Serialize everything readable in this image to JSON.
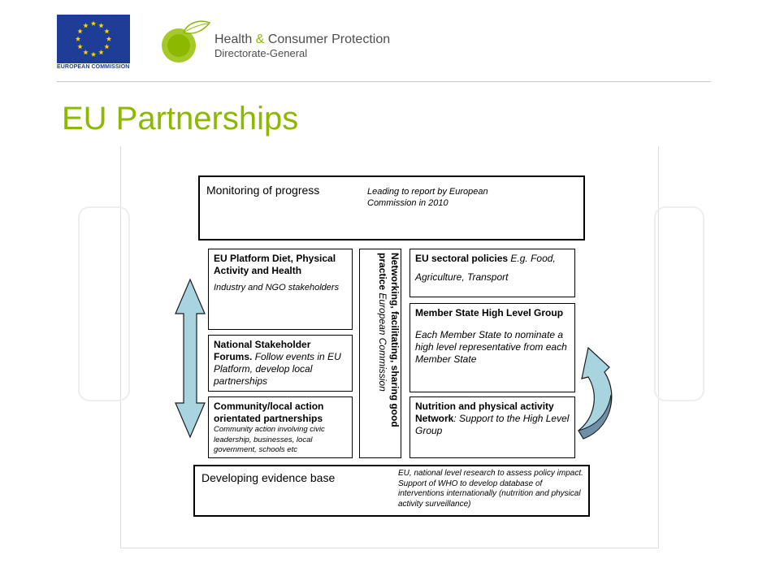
{
  "header": {
    "eu_logo_text": "EUROPEAN COMMISSION",
    "dg_name_part1": "Health",
    "dg_name_amp": "&",
    "dg_name_part2": "Consumer Protection",
    "dg_subtitle": "Directorate-General",
    "colors": {
      "eu_blue": "#1e3d96",
      "eu_star": "#ffd500",
      "dg_green": "#8cb800"
    }
  },
  "title": "EU Partnerships",
  "diagram": {
    "monitoring": {
      "title": "Monitoring of progress",
      "note_line1": "Leading to report by European",
      "note_line2": "Commission in 2010"
    },
    "platform": {
      "title": "EU Platform Diet, Physical Activity and Health",
      "note": "Industry and NGO stakeholders"
    },
    "forums": {
      "title": "National Stakeholder Forums.",
      "note": "Follow events in EU Platform, develop  local partnerships"
    },
    "community": {
      "title": "Community/local action orientated partnerships",
      "note": "Community action involving civic leadership, businesses, local government, schools etc"
    },
    "networking": {
      "title": "Networking, facilitating, sharing good practice",
      "note": "European Commission"
    },
    "sectoral": {
      "title": "EU sectoral policies",
      "note_inline": "E.g. Food,",
      "note": "Agriculture, Transport"
    },
    "member_state": {
      "title": "Member State High Level Group",
      "note": "Each Member State to nominate a high level representative from each Member State"
    },
    "nutrition": {
      "title": "Nutrition and physical activity Network",
      "note": ": Support to the High Level Group"
    },
    "evidence": {
      "title": "Developing evidence base",
      "note": "EU, national level research to assess policy impact. Support of WHO to develop database of  interventions internationally (nutrrition and physical activity surveillance)"
    },
    "icons": [
      "double-arrow-icon",
      "curved-arrow-icon"
    ],
    "arrow_fill": "#a8d4e0"
  }
}
